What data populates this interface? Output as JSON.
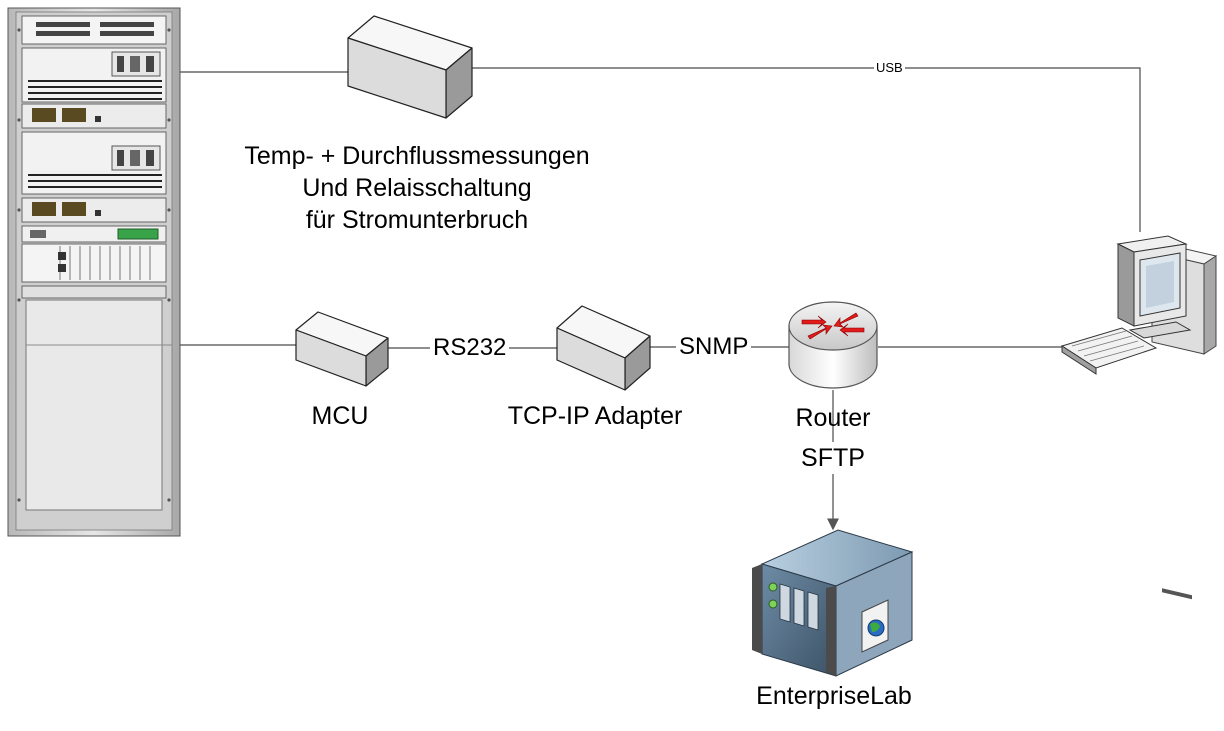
{
  "diagram": {
    "nodes": {
      "sensor_box": {
        "label_lines": [
          "Temp- + Durchflussmessungen",
          "Und Relaisschaltung",
          "für Stromunterbruch"
        ]
      },
      "mcu": {
        "label": "MCU"
      },
      "tcp_ip_adapter": {
        "label": "TCP-IP Adapter"
      },
      "router": {
        "label": "Router"
      },
      "enterprise_server": {
        "label": "EnterpriseLab"
      },
      "equipment_rack": {
        "label": ""
      },
      "pc_workstation": {
        "label": ""
      }
    },
    "connections": {
      "rack_sensor": {
        "label": ""
      },
      "sensor_pc": {
        "label": "USB"
      },
      "rack_mcu": {
        "label": ""
      },
      "mcu_adapter": {
        "label": "RS232"
      },
      "adapter_router": {
        "label": "SNMP"
      },
      "router_pc": {
        "label": ""
      },
      "router_server": {
        "label": "SFTP"
      }
    }
  }
}
